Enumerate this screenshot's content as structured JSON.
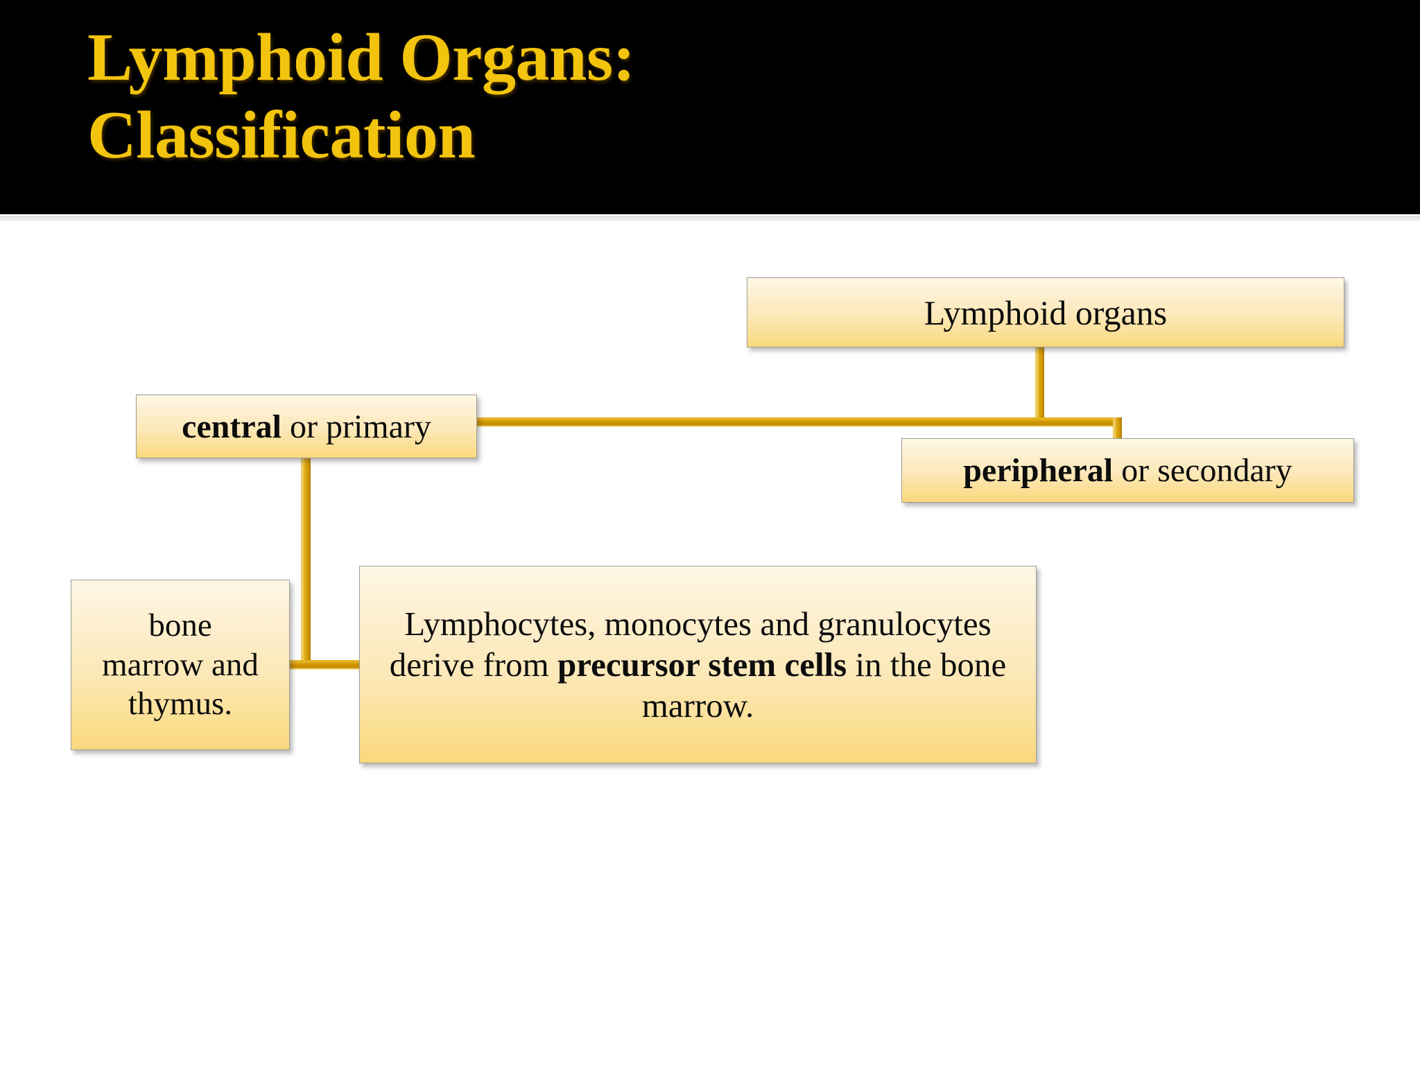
{
  "slide": {
    "title_line1": "Lymphoid Organs:",
    "title_line2": "Classification",
    "title_full": "Lymphoid Organs:\nClassification",
    "title_color": "#F2C40D",
    "band_color": "#000000",
    "background_color": "#FFFFFF"
  },
  "diagram": {
    "type": "flowchart",
    "connector_color": "#D29A00",
    "node_fill_top": "#FEF7E6",
    "node_fill_bottom": "#FAD77D",
    "node_border_color": "#9D9D93",
    "nodes": [
      {
        "id": "root",
        "name": "lymphoid-organs",
        "text": "Lymphoid organs",
        "bold_prefix": "",
        "rest": "Lymphoid organs"
      },
      {
        "id": "central",
        "name": "central-or-primary",
        "text": "central or primary",
        "bold_prefix": "central",
        "rest": " or primary"
      },
      {
        "id": "peripheral",
        "name": "peripheral-or-secondary",
        "text": "peripheral or secondary",
        "bold_prefix": "peripheral",
        "rest": " or secondary"
      },
      {
        "id": "bone",
        "name": "bone-marrow-and-thymus",
        "text": "bone marrow and thymus.",
        "line1": "bone",
        "line2": "marrow and",
        "line3": "thymus."
      },
      {
        "id": "lymphocytes",
        "name": "precursor-stem-cells-note",
        "text": "Lymphocytes, monocytes and granulocytes derive from precursor stem cells in the bone marrow.",
        "part1": "Lymphocytes, monocytes and granulocytes derive from ",
        "bold_part": "precursor stem cells",
        "part2": " in the bone marrow."
      }
    ],
    "edges": [
      {
        "from": "root",
        "to": "central"
      },
      {
        "from": "root",
        "to": "peripheral"
      },
      {
        "from": "central",
        "to": "bone"
      },
      {
        "from": "central",
        "to": "lymphocytes"
      }
    ]
  }
}
